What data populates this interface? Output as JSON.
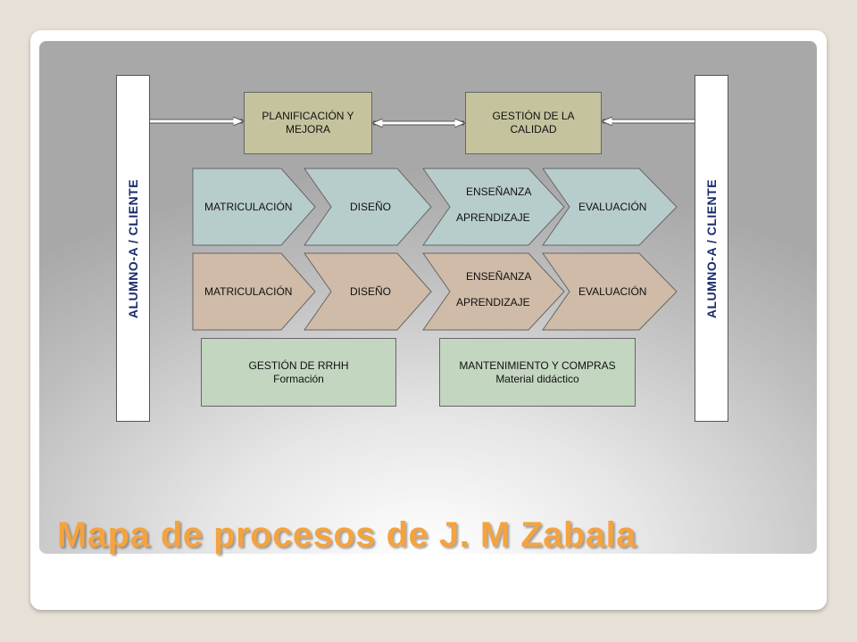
{
  "title": "Mapa de procesos de J. M Zabala",
  "side_label_left": "ALUMNO-A / CLIENTE",
  "side_label_right": "ALUMNO-A / CLIENTE",
  "strategic": {
    "planificacion": [
      "PLANIFICACIÓN Y",
      "MEJORA"
    ],
    "gestion_calidad": [
      "GESTIÓN DE LA",
      "CALIDAD"
    ]
  },
  "key_rows": [
    {
      "matriculacion": "MATRICULACIÓN",
      "diseno": "DISEÑO",
      "ensenanza": "ENSEÑANZA",
      "aprendizaje": "APRENDIZAJE",
      "evaluacion": "EVALUACIÓN"
    },
    {
      "matriculacion": "MATRICULACIÓN",
      "diseno": "DISEÑO",
      "ensenanza": "ENSEÑANZA",
      "aprendizaje": "APRENDIZAJE",
      "evaluacion": "EVALUACIÓN"
    }
  ],
  "support": {
    "rrhh": [
      "GESTIÓN DE RRHH",
      "Formación"
    ],
    "mantenimiento": [
      "MANTENIMIENTO Y COMPRAS",
      "Material didáctico"
    ]
  },
  "colors": {
    "row1_fill": "#b7cdcb",
    "row2_fill": "#cfbba7",
    "strategic_fill": "#c5c39d",
    "support_fill": "#c3d6c0",
    "title_color": "#f4a340",
    "side_label_color": "#1a2b6d"
  }
}
